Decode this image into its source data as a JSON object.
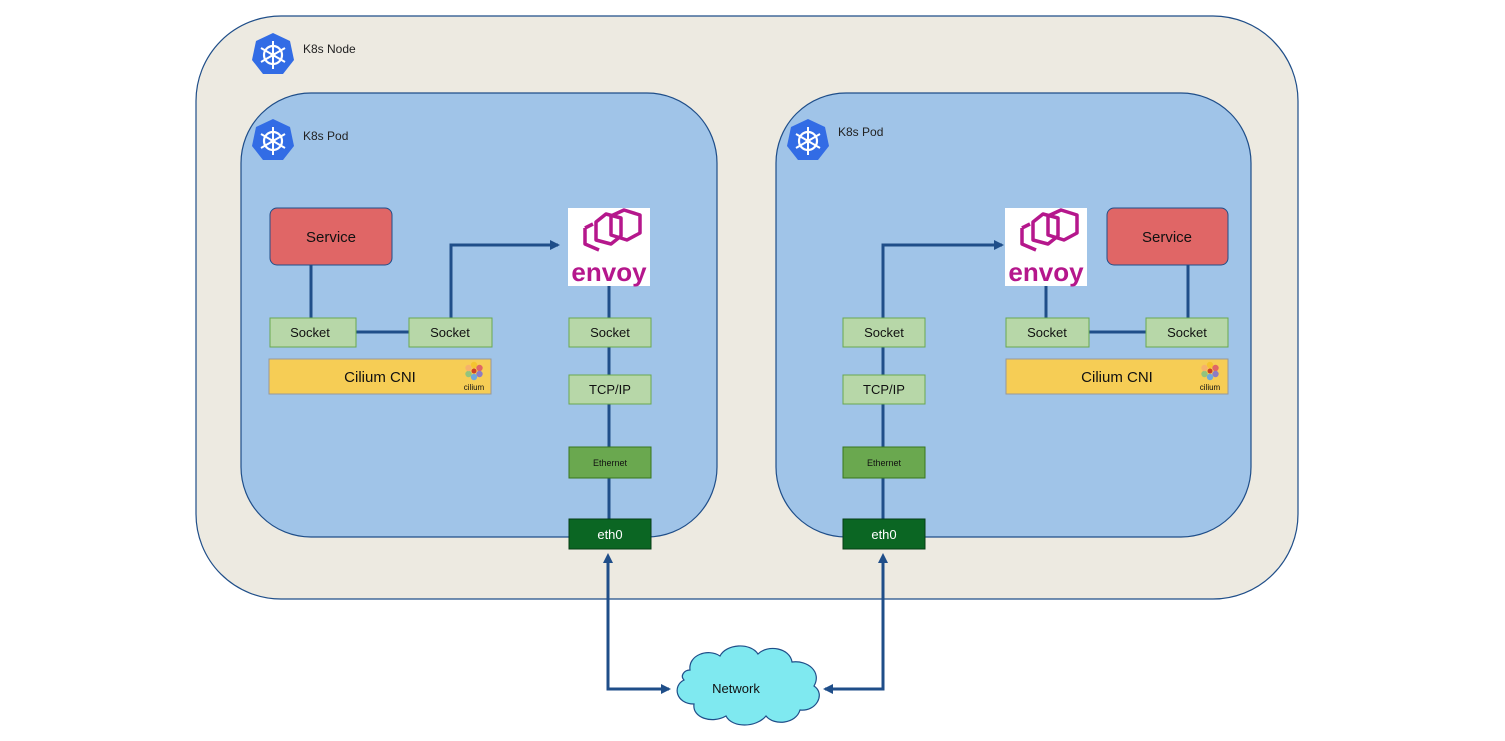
{
  "node": {
    "label": "K8s Node"
  },
  "pods": [
    {
      "label": "K8s Pod",
      "service": "Service",
      "sockets": [
        "Socket",
        "Socket"
      ],
      "cni": {
        "label": "Cilium CNI",
        "logo_text": "cilium"
      },
      "envoy_logo_text": "envoy",
      "stack": {
        "socket": "Socket",
        "tcpip": "TCP/IP",
        "ethernet": "Ethernet",
        "iface": "eth0"
      }
    },
    {
      "label": "K8s Pod",
      "service": "Service",
      "sockets": [
        "Socket",
        "Socket"
      ],
      "cni": {
        "label": "Cilium CNI",
        "logo_text": "cilium"
      },
      "envoy_logo_text": "envoy",
      "stack": {
        "socket": "Socket",
        "tcpip": "TCP/IP",
        "ethernet": "Ethernet",
        "iface": "eth0"
      }
    }
  ],
  "network": {
    "label": "Network"
  },
  "colors": {
    "node_fill": "#edeae1",
    "pod_fill": "#a0c4e8",
    "service_fill": "#e06666",
    "socket_fill": "#b7d7a8",
    "cni_fill": "#f6cd55",
    "ethernet_fill": "#6aa84f",
    "eth0_fill": "#0b6623",
    "line": "#1f4e89",
    "k8s_blue": "#326ce5",
    "envoy_magenta": "#b5178c",
    "network_fill": "#7fe9f0"
  }
}
